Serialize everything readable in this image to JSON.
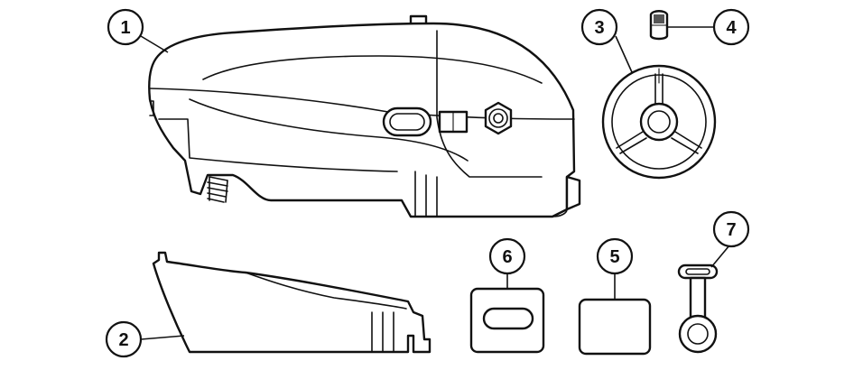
{
  "callouts": [
    {
      "label": "1"
    },
    {
      "label": "2"
    },
    {
      "label": "3"
    },
    {
      "label": "4"
    },
    {
      "label": "5"
    },
    {
      "label": "6"
    },
    {
      "label": "7"
    }
  ],
  "colors": {
    "line": "#111111",
    "fill": "#ffffff",
    "grille": "#555555"
  }
}
